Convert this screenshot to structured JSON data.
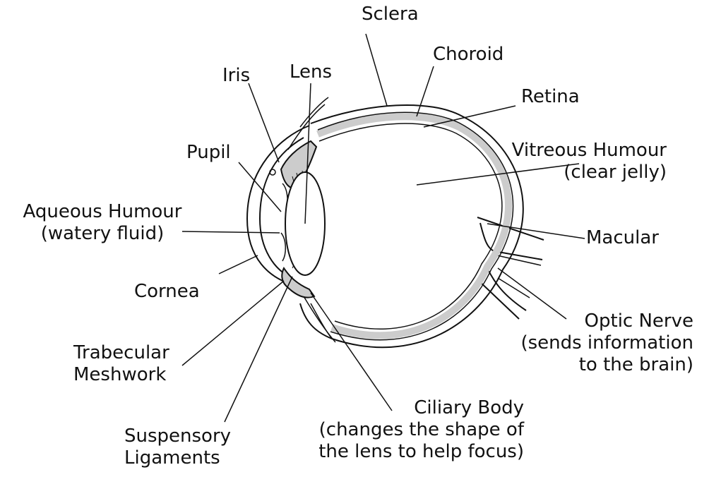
{
  "colors": {
    "ink": "#111111",
    "tissue": "#cccccc",
    "background": "#ffffff"
  },
  "labels": {
    "sclera": "Sclera",
    "choroid": "Choroid",
    "retina": "Retina",
    "iris": "Iris",
    "lens": "Lens",
    "pupil": "Pupil",
    "vitreous_humour": {
      "line1": "Vitreous Humour",
      "line2": "(clear jelly)"
    },
    "aqueous_humour": {
      "line1": "Aqueous Humour",
      "line2": "(watery fluid)"
    },
    "macular": "Macular",
    "cornea": "Cornea",
    "optic_nerve": {
      "line1": "Optic Nerve",
      "line2": "(sends information",
      "line3": "to the brain)"
    },
    "trabecular_meshwork": {
      "line1": "Trabecular",
      "line2": "Meshwork"
    },
    "ciliary_body": {
      "line1": "Ciliary Body",
      "line2": "(changes the shape of",
      "line3": "the lens to help focus)"
    },
    "suspensory_ligaments": {
      "line1": "Suspensory",
      "line2": "Ligaments"
    }
  }
}
